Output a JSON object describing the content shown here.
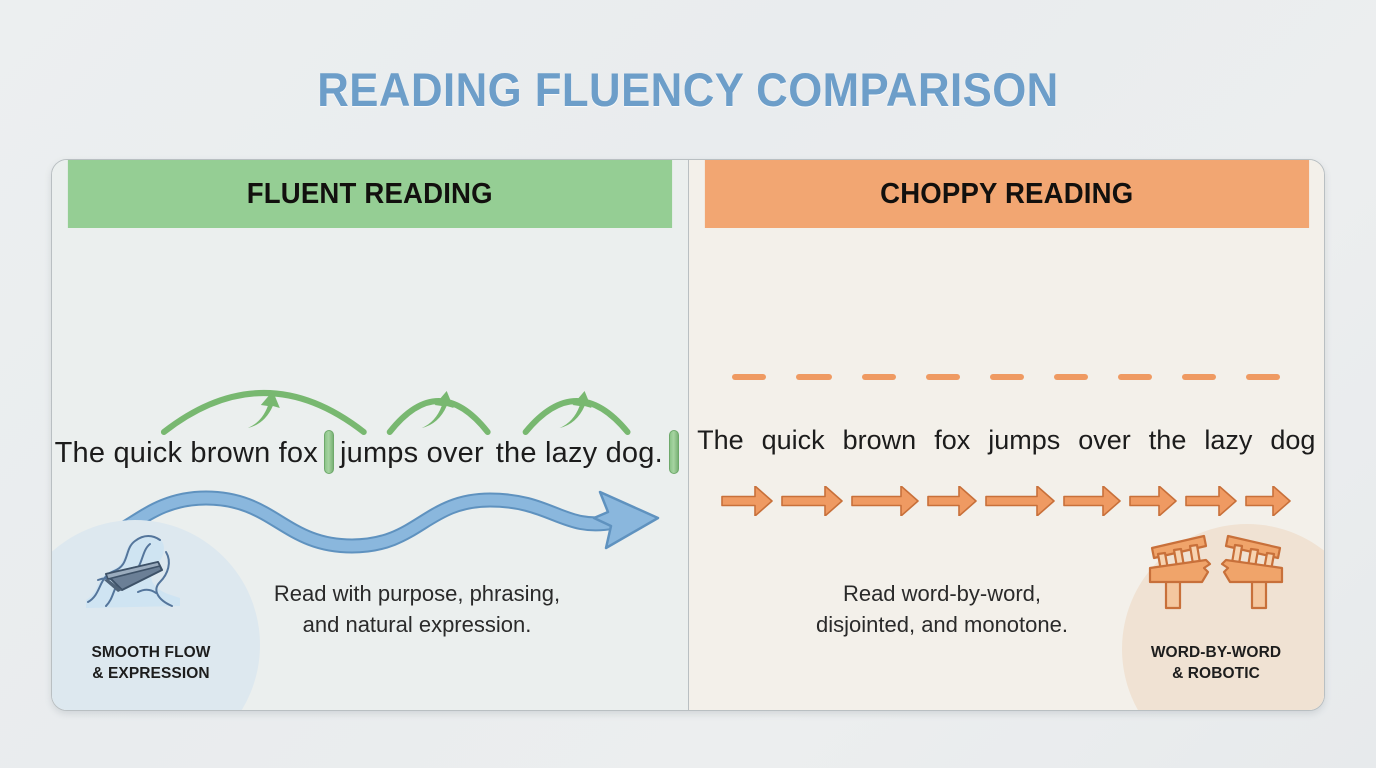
{
  "title": "READING FLUENCY COMPARISON",
  "colors": {
    "title": "#6d9ec9",
    "fluent_header_bg": "#95ce94",
    "choppy_header_bg": "#f2a672",
    "fluent_body_bg": "#ebefee",
    "choppy_body_bg": "#f3f0ea",
    "arc_green": "#78b870",
    "flow_blue": "#7cacd4",
    "choppy_orange": "#ef9a62",
    "page_bg": "#eceff0"
  },
  "fluent": {
    "header": "FLUENT READING",
    "sentence_phrases": [
      "The quick brown fox",
      "jumps over",
      "the lazy dog."
    ],
    "arc_count": 3,
    "phrase_bar_count": 2,
    "flow_indicator": "smooth-wavy-arrow",
    "description_lines": [
      "Read with purpose, phrasing,",
      "and natural expression."
    ],
    "badge_icon": "boat-on-river-icon",
    "badge_lines": [
      "SMOOTH FLOW",
      "& EXPRESSION"
    ]
  },
  "choppy": {
    "header": "CHOPPY READING",
    "words": [
      "The",
      "quick",
      "brown",
      "fox",
      "jumps",
      "over",
      "the",
      "lazy",
      "dog"
    ],
    "dash_count": 9,
    "arrow_count": 9,
    "description_lines": [
      "Read word-by-word,",
      "disjointed, and monotone."
    ],
    "badge_icon": "broken-bridge-icon",
    "badge_lines": [
      "WORD-BY-WORD",
      "& ROBOTIC"
    ]
  }
}
